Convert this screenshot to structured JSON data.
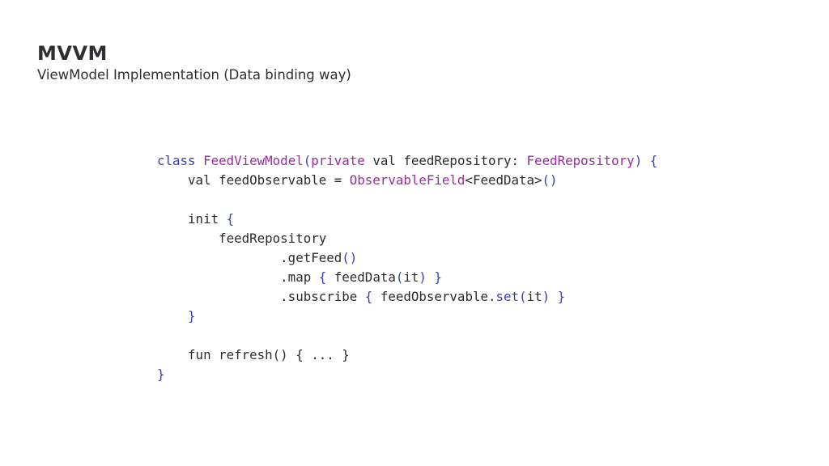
{
  "slide": {
    "title": "MVVM",
    "subtitle": "ViewModel Implementation (Data binding way)"
  },
  "code": {
    "lines": [
      [
        {
          "t": "class ",
          "c": "kw-blue"
        },
        {
          "t": "FeedViewModel",
          "c": "kw-purple"
        },
        {
          "t": "(",
          "c": "punc"
        },
        {
          "t": "private",
          "c": "kw-purple"
        },
        {
          "t": " val feedRepository: ",
          "c": "plain"
        },
        {
          "t": "FeedRepository",
          "c": "kw-purple"
        },
        {
          "t": ") {",
          "c": "punc"
        }
      ],
      [
        {
          "t": "    val feedObservable = ",
          "c": "plain"
        },
        {
          "t": "ObservableField",
          "c": "kw-purple"
        },
        {
          "t": "<FeedData>",
          "c": "plain"
        },
        {
          "t": "()",
          "c": "punc"
        }
      ],
      [],
      [
        {
          "t": "    init ",
          "c": "plain"
        },
        {
          "t": "{",
          "c": "punc"
        }
      ],
      [
        {
          "t": "        feedRepository",
          "c": "plain"
        }
      ],
      [
        {
          "t": "                .getFeed",
          "c": "plain"
        },
        {
          "t": "()",
          "c": "punc"
        }
      ],
      [
        {
          "t": "                .map ",
          "c": "plain"
        },
        {
          "t": "{ ",
          "c": "punc"
        },
        {
          "t": "feedData",
          "c": "plain"
        },
        {
          "t": "(",
          "c": "punc"
        },
        {
          "t": "it",
          "c": "plain"
        },
        {
          "t": ") }",
          "c": "punc"
        }
      ],
      [
        {
          "t": "                .subscribe ",
          "c": "plain"
        },
        {
          "t": "{ ",
          "c": "punc"
        },
        {
          "t": "feedObservable.",
          "c": "plain"
        },
        {
          "t": "set",
          "c": "punc"
        },
        {
          "t": "(",
          "c": "punc"
        },
        {
          "t": "it",
          "c": "plain"
        },
        {
          "t": ") }",
          "c": "punc"
        }
      ],
      [
        {
          "t": "    }",
          "c": "punc"
        }
      ],
      [],
      [
        {
          "t": "    fun refresh() { ... }",
          "c": "plain"
        }
      ],
      [
        {
          "t": "}",
          "c": "punc"
        }
      ]
    ]
  }
}
